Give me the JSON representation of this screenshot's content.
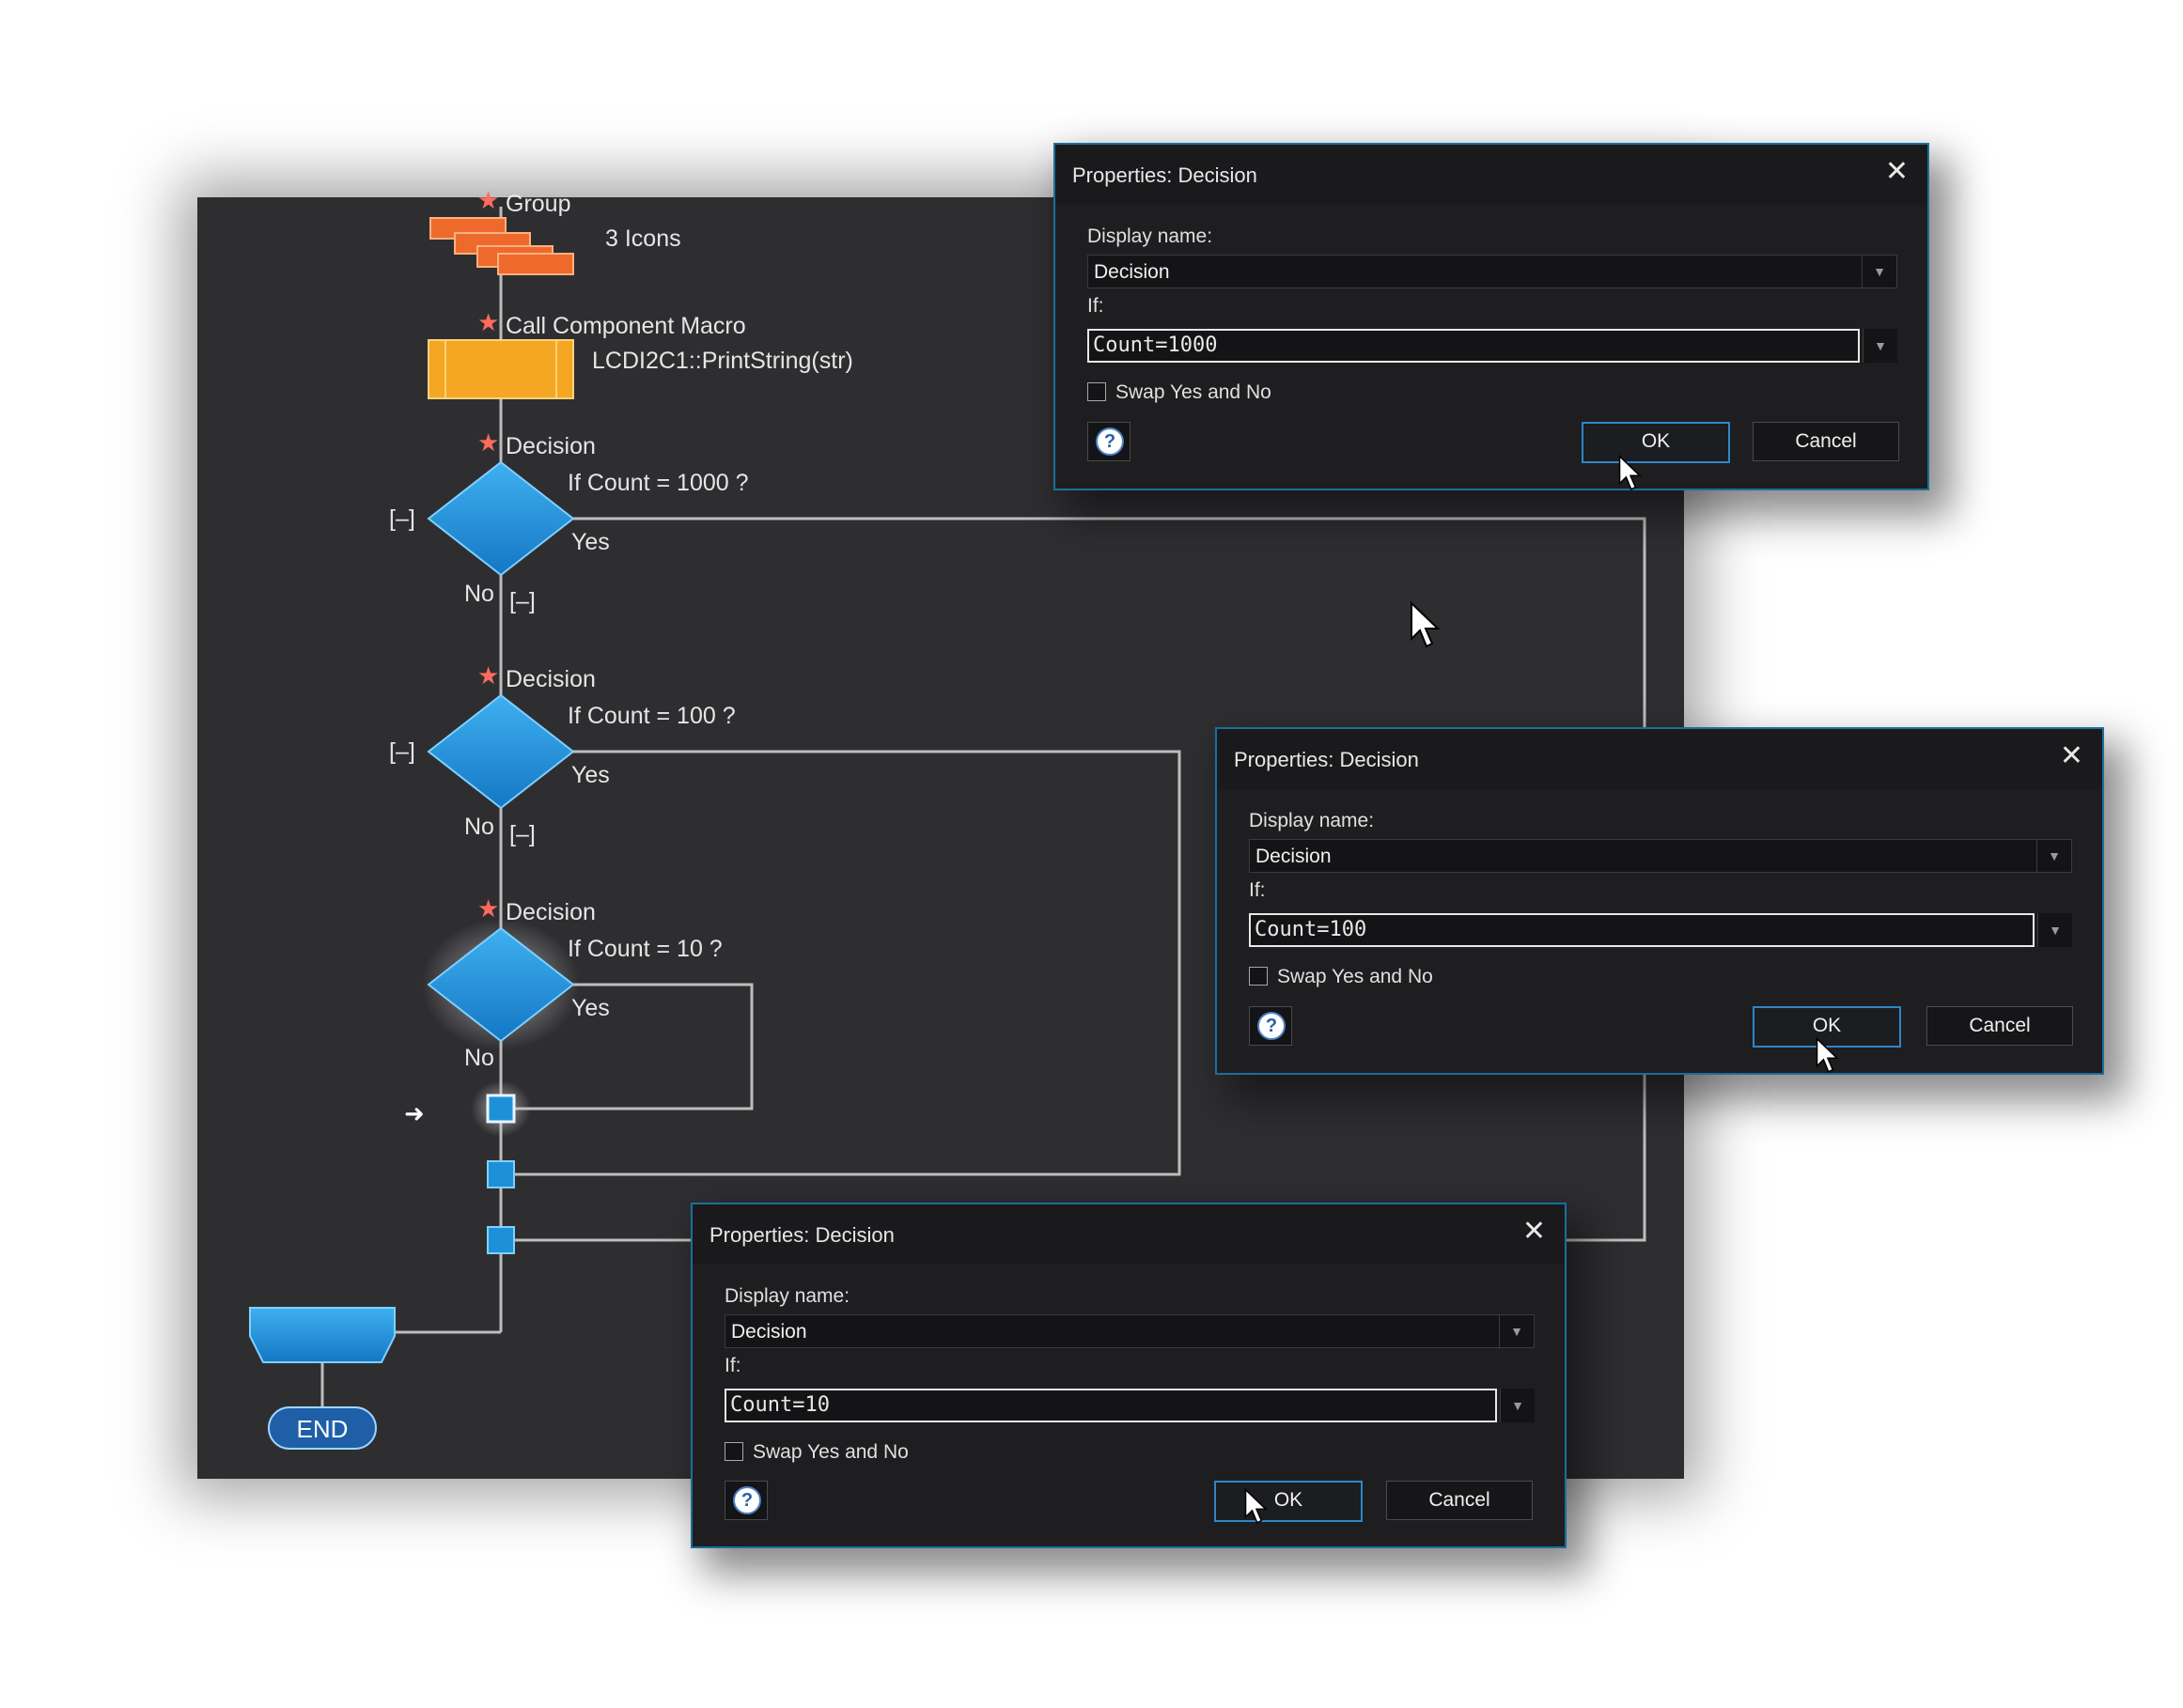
{
  "flowchart": {
    "group": {
      "label": "Group",
      "sub": "3 Icons"
    },
    "macro": {
      "label": "Call Component Macro",
      "sub": "LCDI2C1::PrintString(str)"
    },
    "decisions": [
      {
        "label": "Decision",
        "condition": "If  Count = 1000 ?",
        "yes": "Yes",
        "no": "No",
        "collapse_left": "[–]",
        "collapse_below": "[–]"
      },
      {
        "label": "Decision",
        "condition": "If  Count = 100 ?",
        "yes": "Yes",
        "no": "No",
        "collapse_left": "[–]",
        "collapse_below": "[–]"
      },
      {
        "label": "Decision",
        "condition": "If  Count = 10 ?",
        "yes": "Yes",
        "no": "No"
      }
    ],
    "end_label": "END",
    "star_glyph": "★",
    "arrow_glyph": "➜"
  },
  "dialogs": [
    {
      "title": "Properties: Decision",
      "close_glyph": "✕",
      "display_name_label": "Display name:",
      "display_name_value": "Decision",
      "if_label": "If:",
      "if_value": "Count=1000",
      "dropdown_glyph": "▼",
      "swap_label": "Swap Yes and No",
      "help_glyph": "?",
      "ok_label": "OK",
      "cancel_label": "Cancel"
    },
    {
      "title": "Properties: Decision",
      "close_glyph": "✕",
      "display_name_label": "Display name:",
      "display_name_value": "Decision",
      "if_label": "If:",
      "if_value": "Count=100",
      "dropdown_glyph": "▼",
      "swap_label": "Swap Yes and No",
      "help_glyph": "?",
      "ok_label": "OK",
      "cancel_label": "Cancel"
    },
    {
      "title": "Properties: Decision",
      "close_glyph": "✕",
      "display_name_label": "Display name:",
      "display_name_value": "Decision",
      "if_label": "If:",
      "if_value": "Count=10",
      "dropdown_glyph": "▼",
      "swap_label": "Swap Yes and No",
      "help_glyph": "?",
      "ok_label": "OK",
      "cancel_label": "Cancel"
    }
  ],
  "colors": {
    "decision_blue": "#1e90d8",
    "group_orange": "#ee6a2c",
    "macro_yellow": "#f5a623",
    "dialog_border": "#1a6f9c",
    "ok_border": "#2f86c9"
  }
}
